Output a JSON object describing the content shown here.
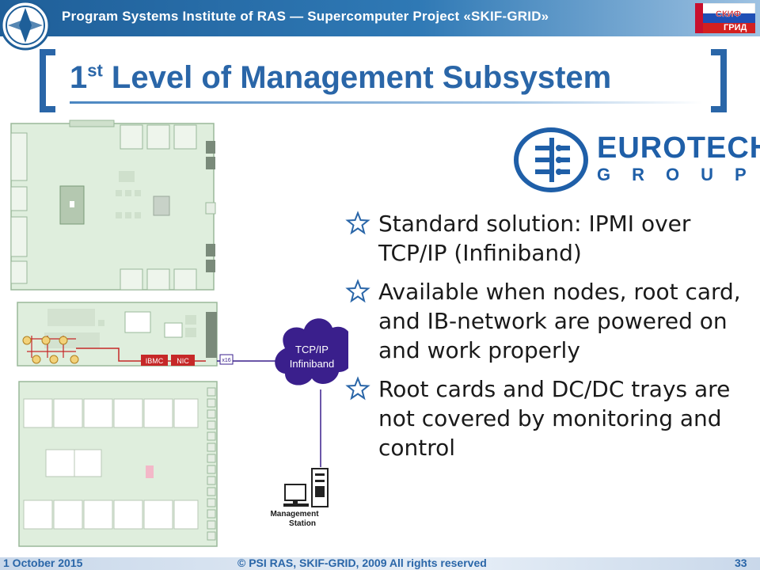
{
  "header": {
    "title": "Program Systems Institute of RAS — Supercomputer Project «SKIF-GRID»",
    "flag_word_top": "СКИФ",
    "flag_word_bottom": "ГРИД"
  },
  "slide": {
    "title_number": "1",
    "title_suffix": "st",
    "title_text": " Level of Management Subsystem"
  },
  "logo": {
    "name": "EUROTECH",
    "sub": "GROUP"
  },
  "bullets": [
    "Standard solution: IPMI over TCP/IP (Infiniband)",
    "Available when nodes, root card, and IB-network are powered on and work properly",
    "Root cards and DC/DC trays are  not covered by monitoring and control"
  ],
  "diagram": {
    "chip_ibmc": "IBMC",
    "chip_nic": "NIC",
    "link_label": "x16",
    "cloud_line1": "TCP/IP",
    "cloud_line2": "Infiniband",
    "station_line1": "Management",
    "station_line2": "Station"
  },
  "footer": {
    "date": "1 October 2015",
    "copyright": "© PSI RAS, SKIF-GRID, 2009 All rights reserved",
    "page": "33"
  },
  "colors": {
    "brand_blue": "#2a66a8",
    "cloud_purple": "#3a1f8c",
    "link_red": "#c62828"
  }
}
